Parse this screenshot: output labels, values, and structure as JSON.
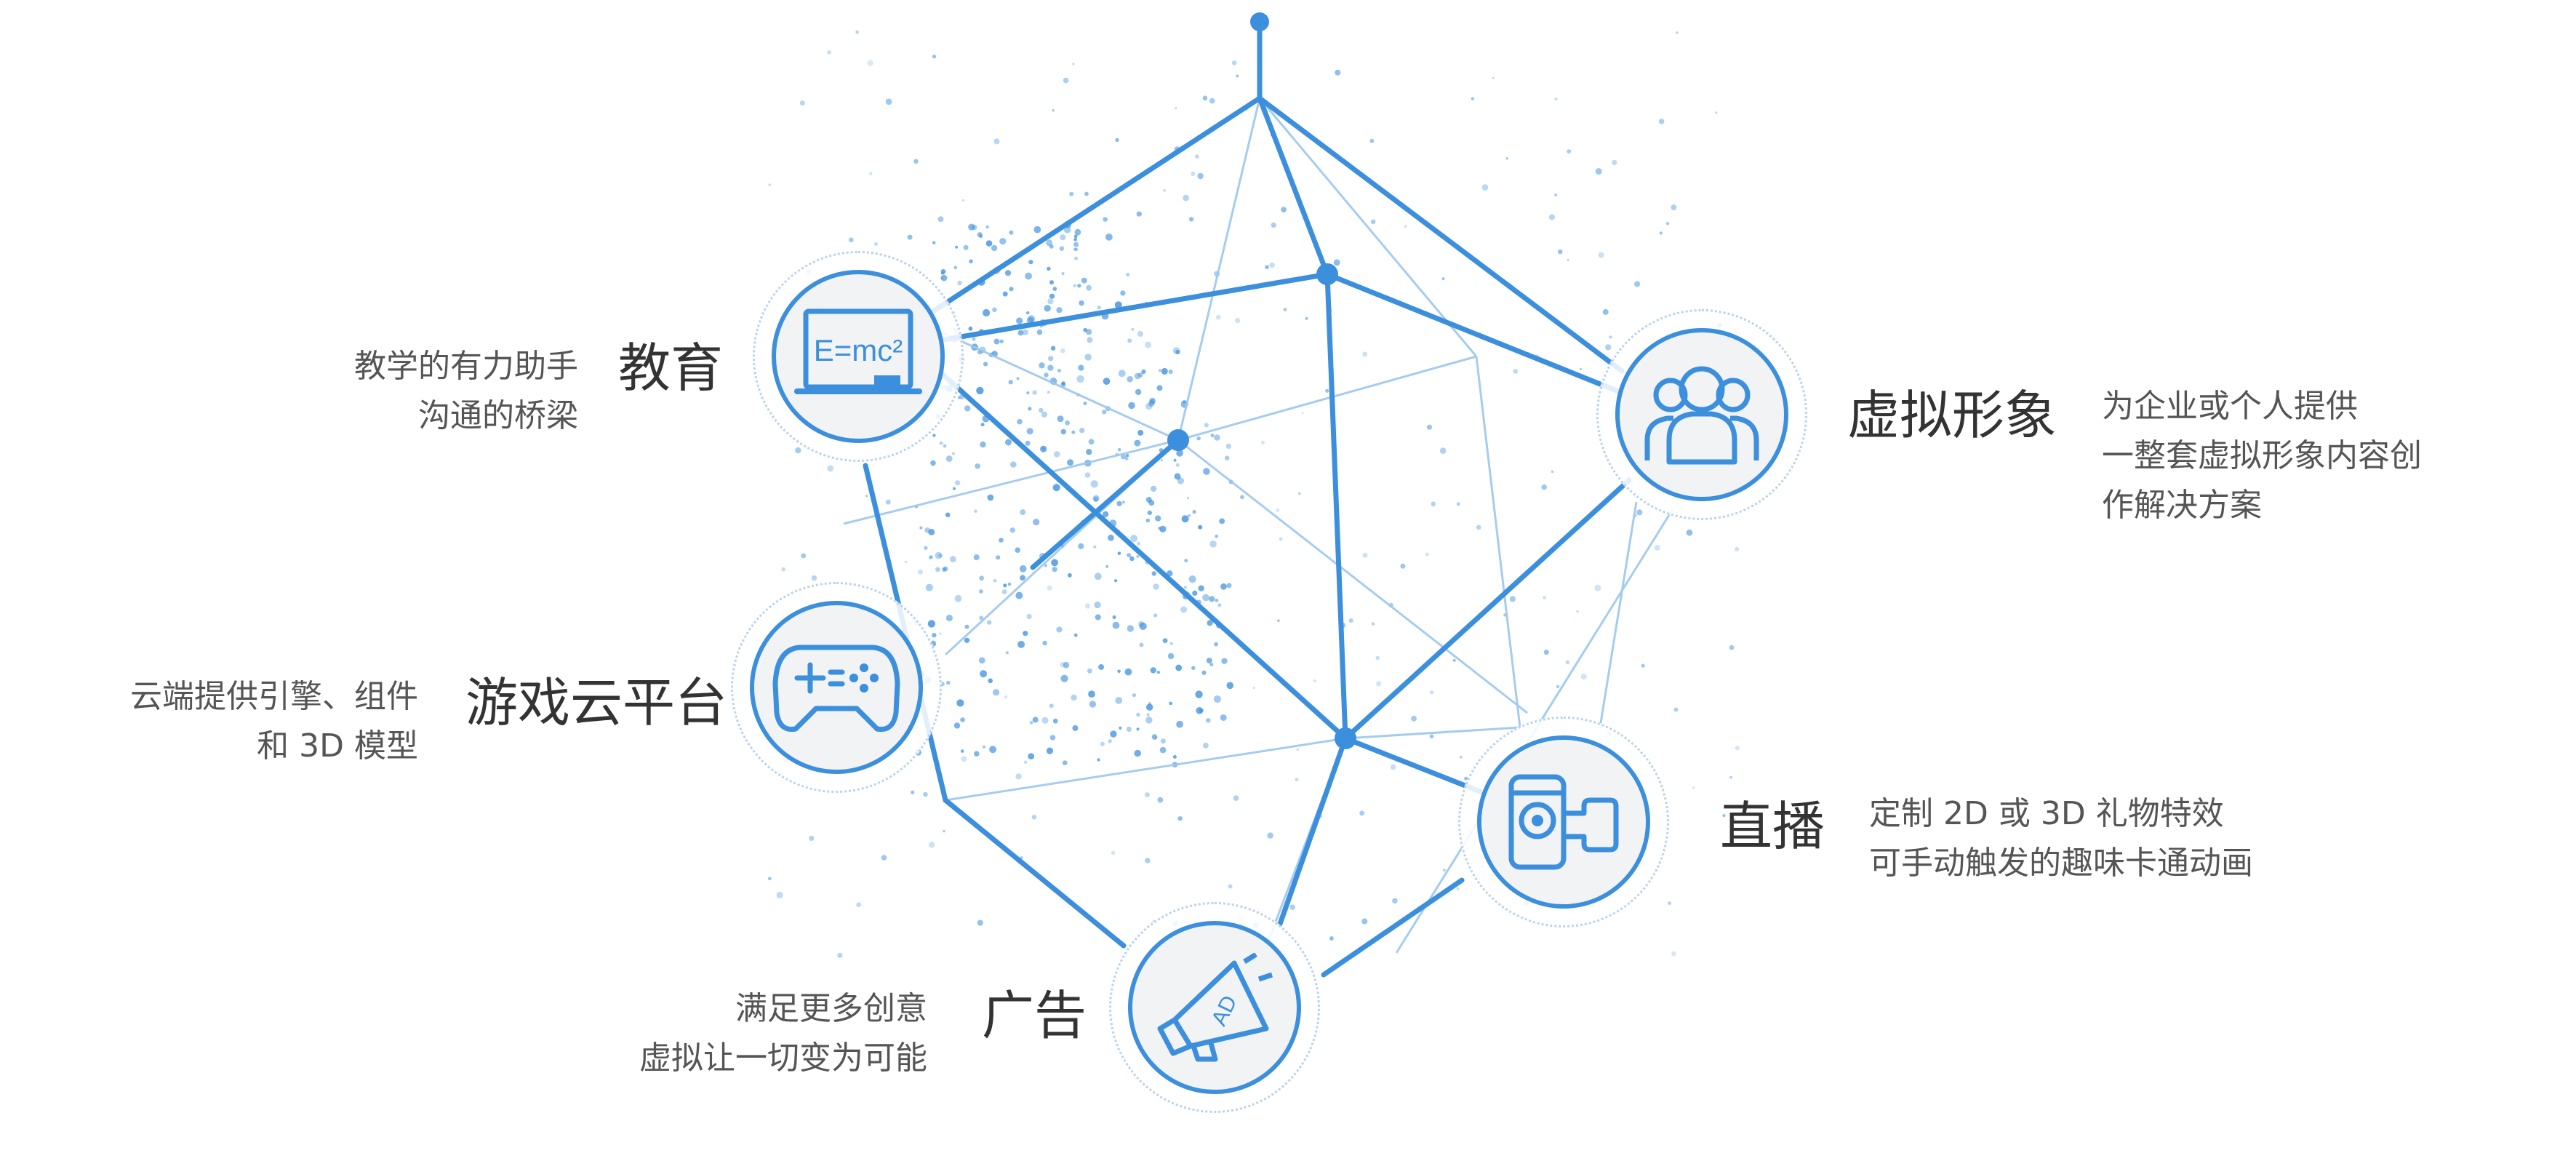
{
  "colors": {
    "accent": "#3c8fdc",
    "accent_light": "#9cc7ee",
    "node_fill": "#f2f3f5",
    "text_title": "#333333",
    "text_desc": "#555555"
  },
  "nodes": [
    {
      "id": "education",
      "title": "教育",
      "icon": "blackboard-emc2-icon",
      "board_text": "E=mc²",
      "desc": [
        "教学的有力助手",
        "沟通的桥梁"
      ]
    },
    {
      "id": "avatar",
      "title": "虚拟形象",
      "icon": "user-group-icon",
      "desc": [
        "为企业或个人提供",
        "一整套虚拟形象内容创",
        "作解决方案"
      ]
    },
    {
      "id": "game",
      "title": "游戏云平台",
      "icon": "gamepad-icon",
      "desc": [
        "云端提供引擎、组件",
        "和 3D 模型"
      ]
    },
    {
      "id": "live",
      "title": "直播",
      "icon": "video-camera-icon",
      "desc": [
        "定制 2D 或 3D 礼物特效",
        "可手动触发的趣味卡通动画"
      ]
    },
    {
      "id": "ads",
      "title": "广告",
      "icon": "megaphone-ad-icon",
      "horn_text": "AD",
      "desc": [
        "满足更多创意",
        "虚拟让一切变为可能"
      ]
    }
  ]
}
